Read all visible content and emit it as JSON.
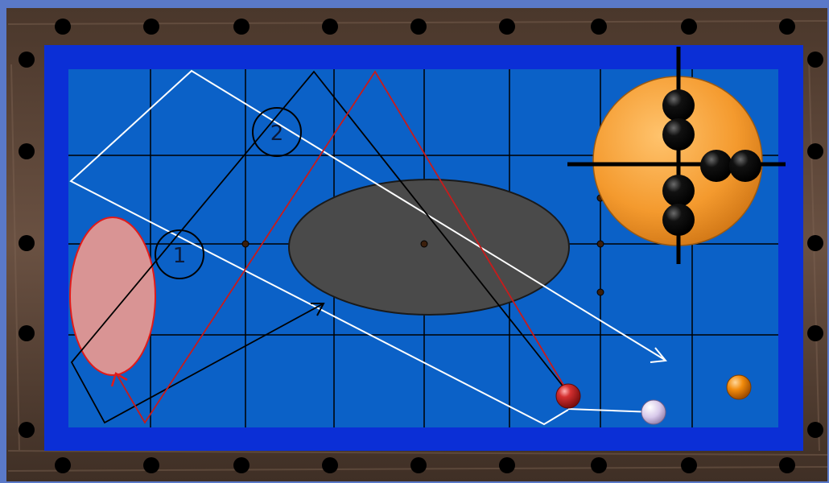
{
  "diagram": {
    "type": "billiards-three-cushion-shot-diagram",
    "labels": [
      {
        "id": "1",
        "text": "1"
      },
      {
        "id": "2",
        "text": "2"
      }
    ],
    "colors": {
      "frame_wood": "#5b4436",
      "cushion": "#0b2fd6",
      "cloth": "#0b61c7",
      "path_white": "#ffffff",
      "path_black": "#000000",
      "path_red": "#d11d1d",
      "ellipse_pink": "#d99494",
      "ellipse_gray": "#4a4a4a",
      "ball_red": "#c41d1d",
      "ball_white": "#d8c9ea",
      "ball_orange": "#f28b0c",
      "spin_disc": "#f49a2e"
    },
    "icons": {
      "spin_indicator": "cue-ball-spin-icon"
    }
  }
}
